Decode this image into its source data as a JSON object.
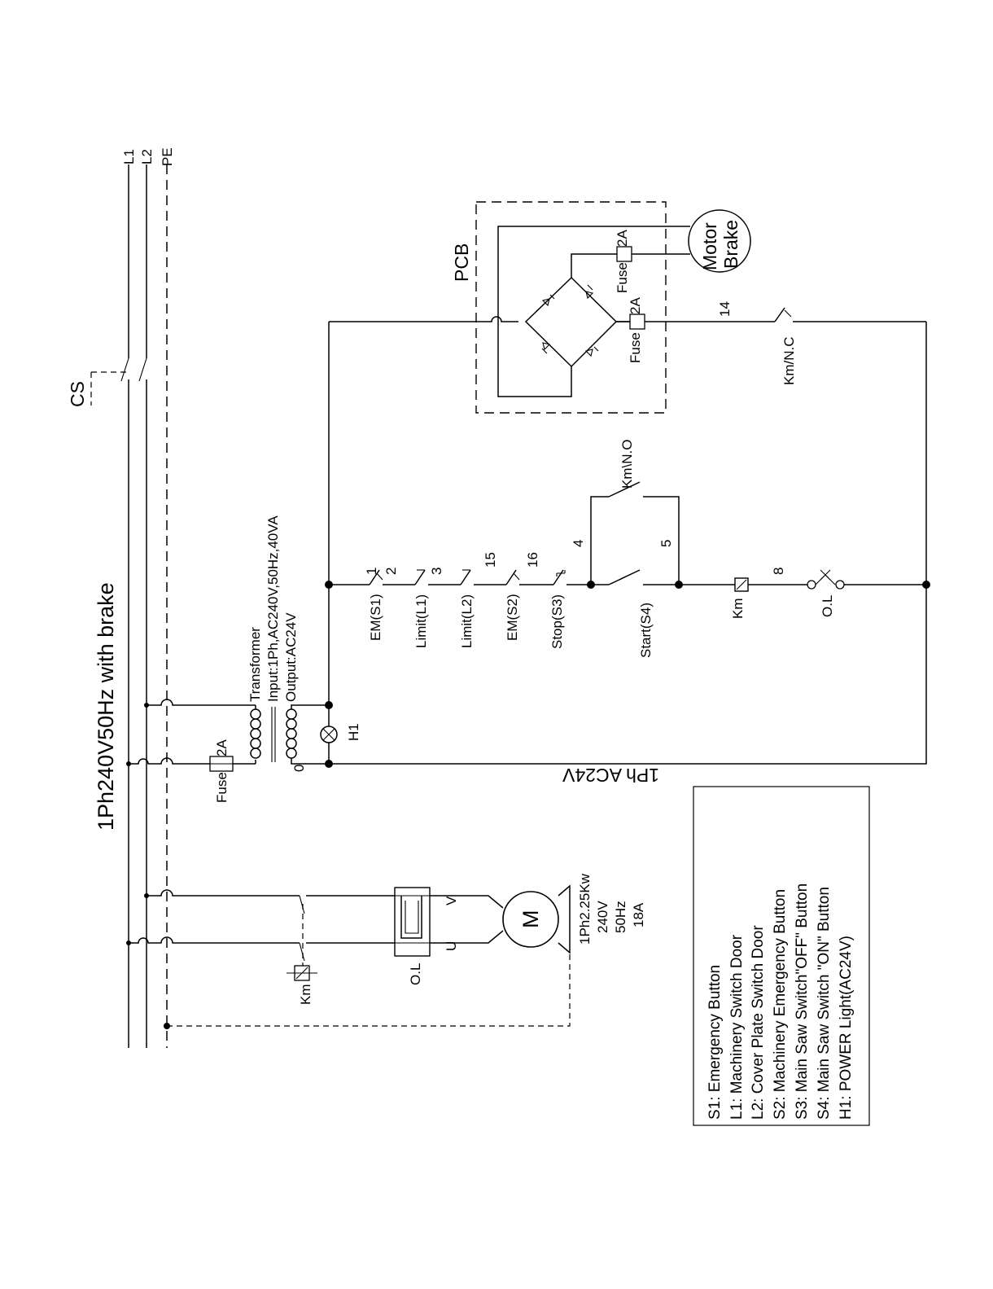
{
  "title": "1Ph240V50Hz  with brake",
  "lines": {
    "l1": "L1",
    "l2": "L2",
    "pe": "PE"
  },
  "cs": "CS",
  "pcb": {
    "label": "PCB",
    "brake_line1": "Motor",
    "brake_line2": "Brake"
  },
  "fuse": {
    "label": "Fuse",
    "rating": "2A"
  },
  "transformer": {
    "name": "Transformer",
    "input": "Input:1Ph,AC240V,50Hz,40VA",
    "output": "Output:AC24V",
    "zero": "0"
  },
  "lamp": "H1",
  "supply_label": "1Ph  AC24V",
  "wire_numbers": [
    "1",
    "2",
    "3",
    "15",
    "16",
    "4",
    "5",
    "8",
    "14"
  ],
  "components": {
    "em_s1": "EM(S1)",
    "limit_l1": "Limit(L1)",
    "limit_l2": "Limit(L2)",
    "em_s2": "EM(S2)",
    "stop_s3": "Stop(S3)",
    "start_s4": "Start(S4)",
    "km_no": "Km\\N.O",
    "km_coil": "Km",
    "ol": "O.L",
    "km_nc": "Km/N.C"
  },
  "power": {
    "km": "Km",
    "ol": "O.L",
    "u": "U",
    "v": "V",
    "motor": "M",
    "spec": [
      "1Ph2.25Kw",
      "240V",
      "50Hz",
      "18A"
    ]
  },
  "legend": [
    "S1: Emergency Button",
    "L1: Machinery Switch Door",
    "L2: Cover Plate Switch Door",
    "S2: Machinery Emergency Button",
    "S3: Main Saw Switch\"OFF\" Button",
    "S4: Main Saw Switch \"ON\" Button",
    "H1: POWER Light(AC24V)"
  ]
}
